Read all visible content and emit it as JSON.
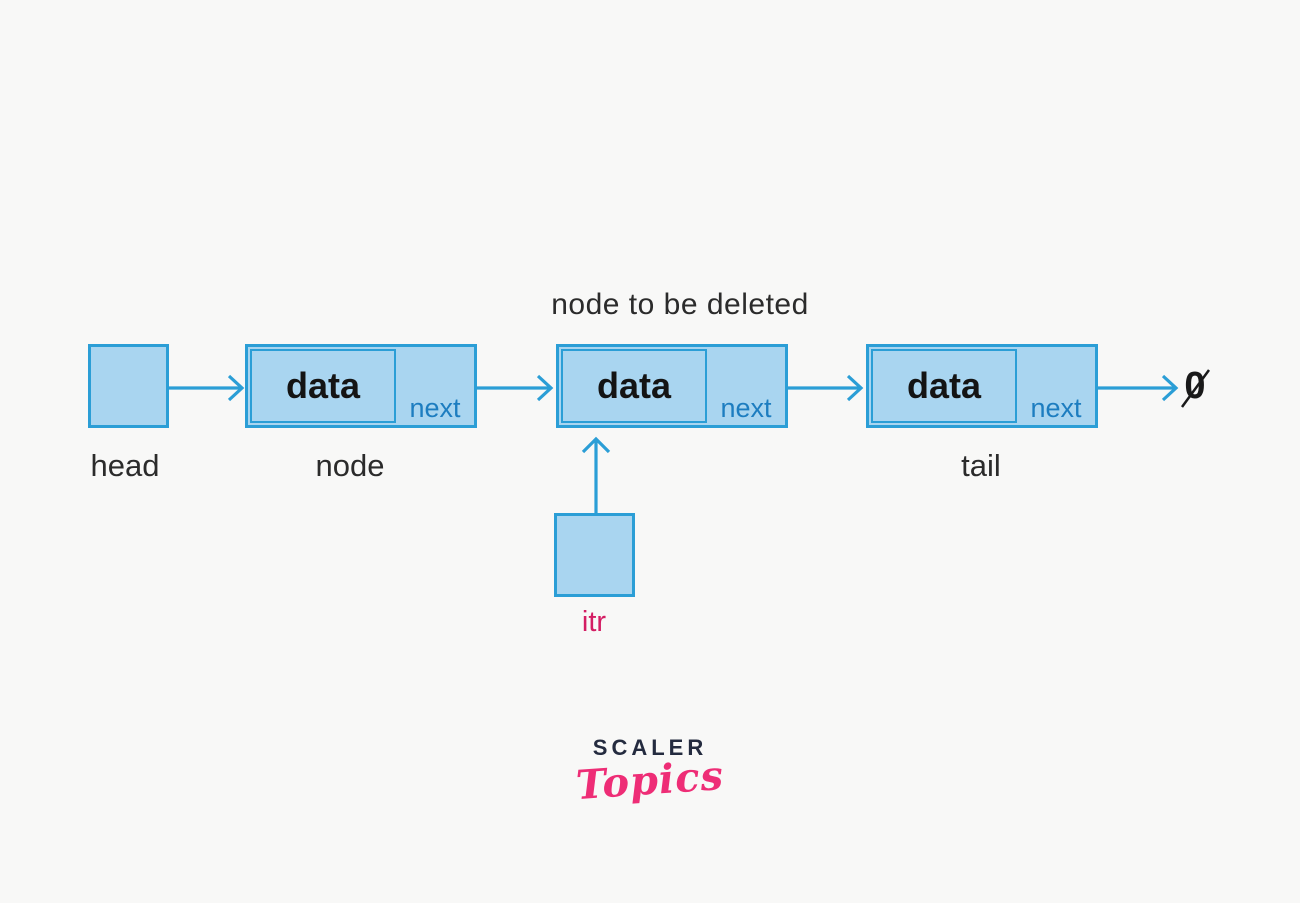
{
  "diagram": {
    "annotation": "node to be deleted",
    "labels": {
      "head": "head",
      "node": "node",
      "tail": "tail",
      "itr": "itr"
    },
    "nodes": [
      {
        "data": "data",
        "next": "next"
      },
      {
        "data": "data",
        "next": "next"
      },
      {
        "data": "data",
        "next": "next"
      }
    ],
    "null_symbol": "0",
    "icons": {
      "pointer_circle": "circle-pointer-origin",
      "arrow": "chevron-arrowhead"
    },
    "colors": {
      "box_fill": "#a9d5f0",
      "box_border": "#2b9ed6",
      "arrow_blue": "#2b9ed6",
      "next_text": "#1d7dc0",
      "label_text": "#2b2b2b",
      "itr_label": "#d41d63",
      "null_text": "#1a1a1a",
      "background": "#f8f8f7",
      "logo_brand": "#242b3f",
      "logo_accent": "#ee2d76"
    }
  },
  "logo": {
    "brand": "SCALER",
    "sub": "Topics"
  }
}
